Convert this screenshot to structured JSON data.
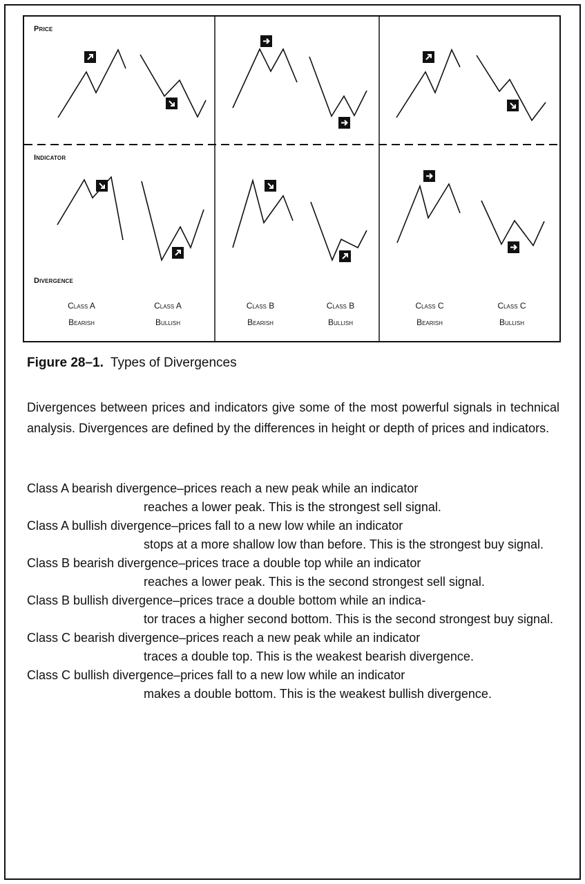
{
  "figure": {
    "price_label": "Price",
    "indicator_label": "Indicator",
    "divergence_label": "Divergence",
    "panels": [
      {
        "class": "Class A",
        "type": "Bearish"
      },
      {
        "class": "Class A",
        "type": "Bullish"
      },
      {
        "class": "Class B",
        "type": "Bearish"
      },
      {
        "class": "Class B",
        "type": "Bullish"
      },
      {
        "class": "Class C",
        "type": "Bearish"
      },
      {
        "class": "Class C",
        "type": "Bullish"
      }
    ]
  },
  "caption": {
    "number": "Figure 28–1.",
    "title": "Types of Divergences"
  },
  "intro": "Divergences between prices and indicators give some of the most powerful signals in technical analysis. Divergences are defined by the differences in height or depth of prices and indicators.",
  "definitions": [
    {
      "first": "Class A bearish divergence–prices reach a new peak while an indicator",
      "rest": "reaches a lower peak. This is the strongest sell signal."
    },
    {
      "first": "Class A bullish divergence–prices fall to a new low while an indicator",
      "rest": "stops at a more shallow low than before. This is the strongest buy signal."
    },
    {
      "first": "Class B bearish divergence–prices trace a double top while an indicator",
      "rest": "reaches a lower peak. This is the second strongest sell signal."
    },
    {
      "first": "Class B bullish divergence–prices trace a double bottom while an indica-",
      "rest": "tor traces a higher second bottom. This is the second strongest buy signal."
    },
    {
      "first": "Class C bearish divergence–prices reach a new peak while an indicator",
      "rest": "traces a double top. This is the weakest bearish divergence."
    },
    {
      "first": "Class C bullish divergence–prices fall to a new low while an indicator",
      "rest": "makes a double bottom. This is the weakest bullish divergence."
    }
  ]
}
